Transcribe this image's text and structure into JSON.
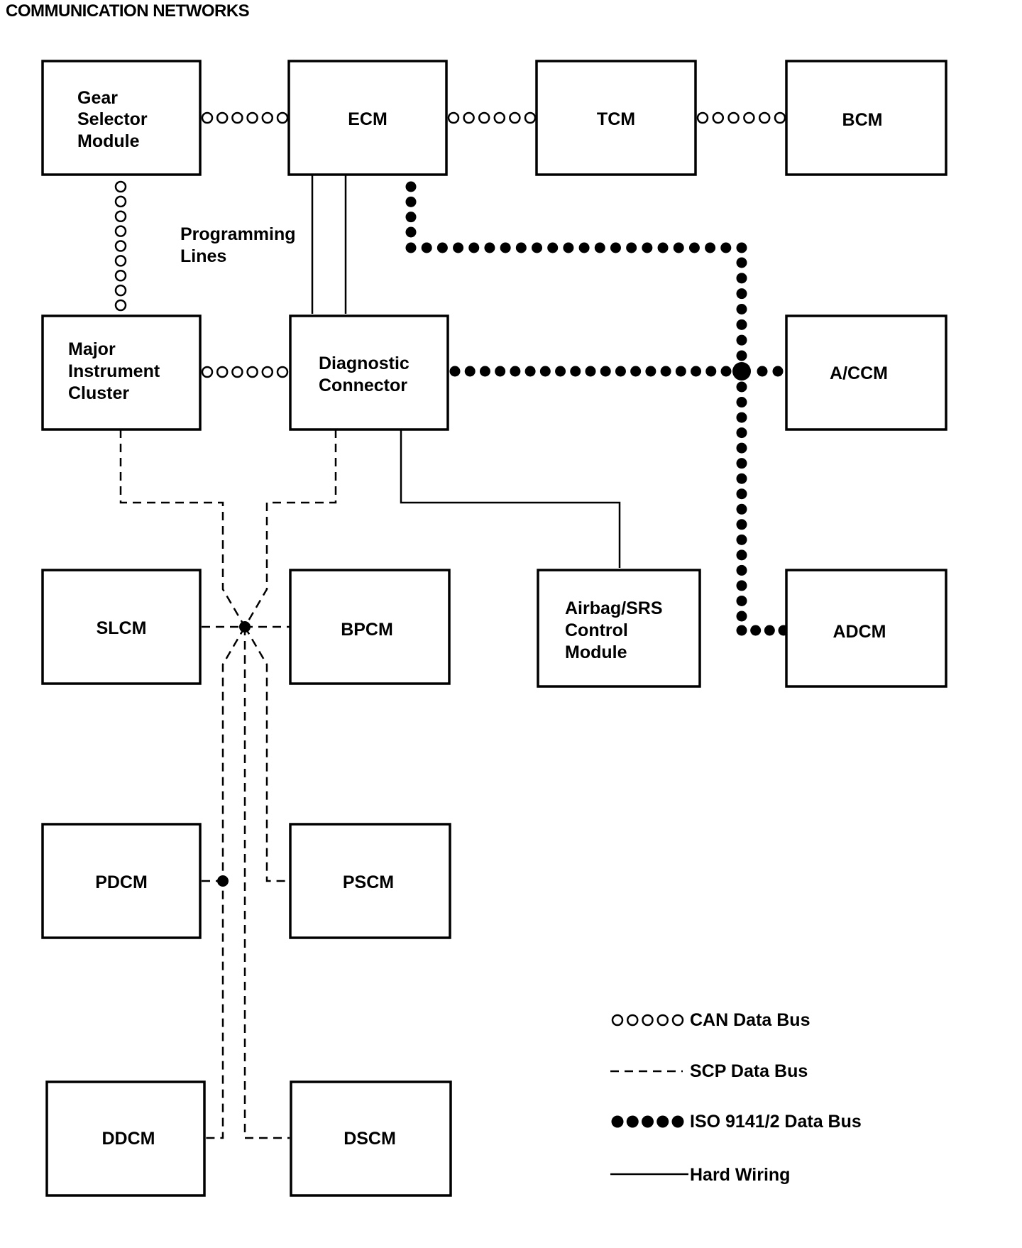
{
  "title": "COMMUNICATION NETWORKS",
  "modules": {
    "gsm": [
      "Gear",
      "Selector",
      "Module"
    ],
    "ecm": [
      "ECM"
    ],
    "tcm": [
      "TCM"
    ],
    "bcm": [
      "BCM"
    ],
    "mic": [
      "Major",
      "Instrument",
      "Cluster"
    ],
    "diag": [
      "Diagnostic",
      "Connector"
    ],
    "accm": [
      "A/CCM"
    ],
    "slcm": [
      "SLCM"
    ],
    "bpcm": [
      "BPCM"
    ],
    "srs": [
      "Airbag/SRS",
      "Control",
      "Module"
    ],
    "adcm": [
      "ADCM"
    ],
    "pdcm": [
      "PDCM"
    ],
    "pscm": [
      "PSCM"
    ],
    "ddcm": [
      "DDCM"
    ],
    "dscm": [
      "DSCM"
    ]
  },
  "annotations": {
    "programming_lines": [
      "Programming",
      "Lines"
    ]
  },
  "legend": {
    "can": "CAN Data Bus",
    "scp": "SCP Data Bus",
    "iso": "ISO 9141/2 Data Bus",
    "hard": "Hard Wiring"
  }
}
